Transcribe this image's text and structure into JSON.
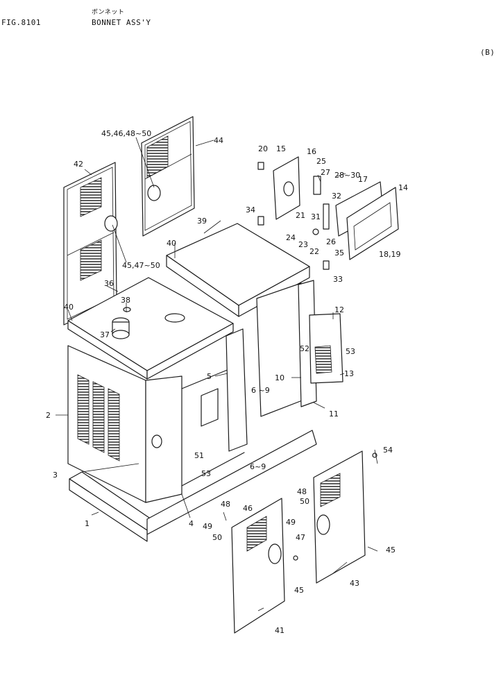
{
  "header": {
    "figure_number": "FIG.8101",
    "title_japanese": "ボンネット",
    "title": "BONNET ASS'Y",
    "variant": "(B)"
  },
  "callouts": [
    {
      "id": "c-45-46-48-50",
      "text": "45,46,48~50"
    },
    {
      "id": "c-44",
      "text": "44"
    },
    {
      "id": "c-42",
      "text": "42"
    },
    {
      "id": "c-45-47-50",
      "text": "45,47~50"
    },
    {
      "id": "c-20",
      "text": "20"
    },
    {
      "id": "c-15",
      "text": "15"
    },
    {
      "id": "c-16",
      "text": "16"
    },
    {
      "id": "c-25",
      "text": "25"
    },
    {
      "id": "c-27",
      "text": "27"
    },
    {
      "id": "c-28-30",
      "text": "28~30"
    },
    {
      "id": "c-17",
      "text": "17"
    },
    {
      "id": "c-14",
      "text": "14"
    },
    {
      "id": "c-32",
      "text": "32"
    },
    {
      "id": "c-31",
      "text": "31"
    },
    {
      "id": "c-21",
      "text": "21"
    },
    {
      "id": "c-22",
      "text": "22"
    },
    {
      "id": "c-24",
      "text": "24"
    },
    {
      "id": "c-23",
      "text": "23"
    },
    {
      "id": "c-26",
      "text": "26"
    },
    {
      "id": "c-35",
      "text": "35"
    },
    {
      "id": "c-18-19",
      "text": "18,19"
    },
    {
      "id": "c-33",
      "text": "33"
    },
    {
      "id": "c-34",
      "text": "34"
    },
    {
      "id": "c-39",
      "text": "39"
    },
    {
      "id": "c-40a",
      "text": "40"
    },
    {
      "id": "c-36",
      "text": "36"
    },
    {
      "id": "c-38",
      "text": "38"
    },
    {
      "id": "c-40b",
      "text": "40"
    },
    {
      "id": "c-37",
      "text": "37"
    },
    {
      "id": "c-12",
      "text": "12"
    },
    {
      "id": "c-52",
      "text": "52"
    },
    {
      "id": "c-53a",
      "text": "53"
    },
    {
      "id": "c-13",
      "text": "13"
    },
    {
      "id": "c-10",
      "text": "10"
    },
    {
      "id": "c-5",
      "text": "5"
    },
    {
      "id": "c-6-9a",
      "text": "6 ~9"
    },
    {
      "id": "c-11",
      "text": "11"
    },
    {
      "id": "c-2",
      "text": "2"
    },
    {
      "id": "c-3",
      "text": "3"
    },
    {
      "id": "c-51",
      "text": "51"
    },
    {
      "id": "c-53b",
      "text": "53"
    },
    {
      "id": "c-6-9b",
      "text": "6~9"
    },
    {
      "id": "c-54",
      "text": "54"
    },
    {
      "id": "c-48a",
      "text": "48"
    },
    {
      "id": "c-50a",
      "text": "50"
    },
    {
      "id": "c-49a",
      "text": "49"
    },
    {
      "id": "c-47",
      "text": "47"
    },
    {
      "id": "c-48b",
      "text": "48"
    },
    {
      "id": "c-46",
      "text": "46"
    },
    {
      "id": "c-49b",
      "text": "49"
    },
    {
      "id": "c-50b",
      "text": "50"
    },
    {
      "id": "c-4",
      "text": "4"
    },
    {
      "id": "c-1",
      "text": "1"
    },
    {
      "id": "c-45a",
      "text": "45"
    },
    {
      "id": "c-45b",
      "text": "45"
    },
    {
      "id": "c-43",
      "text": "43"
    },
    {
      "id": "c-41",
      "text": "41"
    }
  ]
}
